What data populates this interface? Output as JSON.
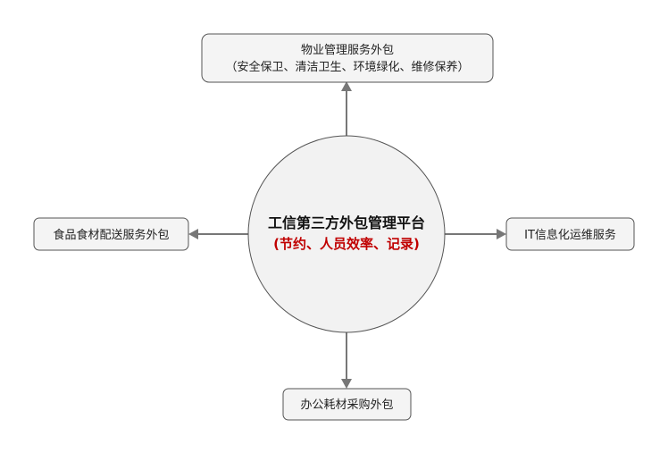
{
  "center": {
    "title": "工信第三方外包管理平台",
    "subtitle": "(节约、人员效率、记录)"
  },
  "nodes": {
    "top": {
      "line1": "物业管理服务外包",
      "line2": "（安全保卫、清洁卫生、环境绿化、维修保养）"
    },
    "left": {
      "label": "食品食材配送服务外包"
    },
    "right": {
      "label": "IT信息化运维服务"
    },
    "bottom": {
      "label": "办公耗材采购外包"
    }
  },
  "colors": {
    "accent_text": "#c00000",
    "arrow": "#777777",
    "box_fill": "#f4f4f4",
    "circle_fill": "#f2f2f2"
  }
}
